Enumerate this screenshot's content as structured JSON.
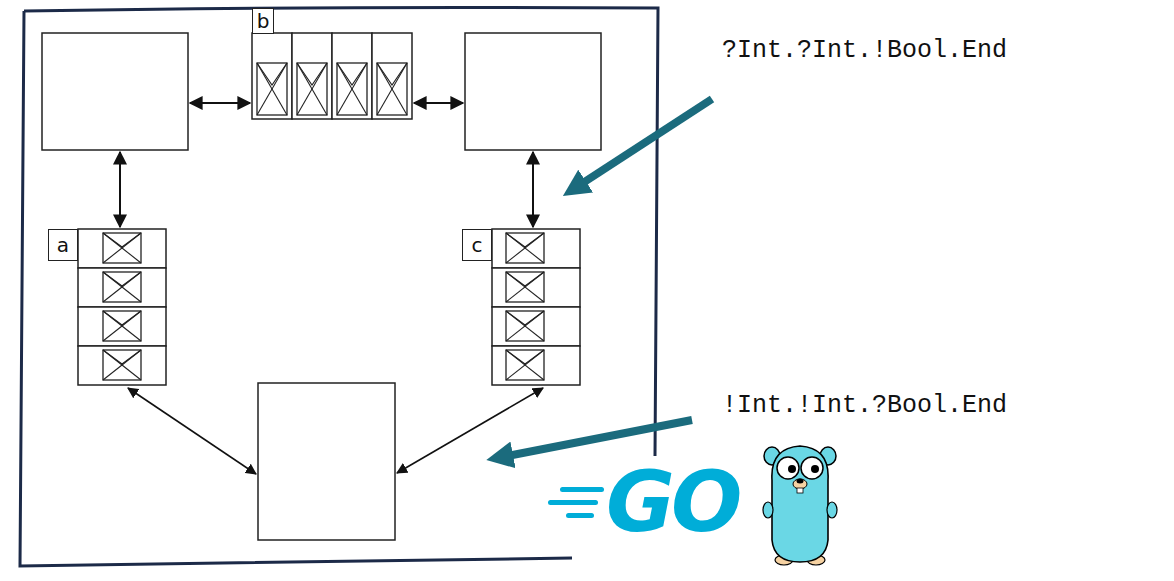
{
  "diagram": {
    "nodes": [
      {
        "text": [
          "b"
        ]
      },
      {
        "text": [
          "a"
        ]
      },
      {
        "text": [
          "c"
        ]
      }
    ],
    "labels": [
      "?Int.?Int.!Bool.End",
      "!Int.!Int.?Bool.End",
      "GO"
    ]
  }
}
